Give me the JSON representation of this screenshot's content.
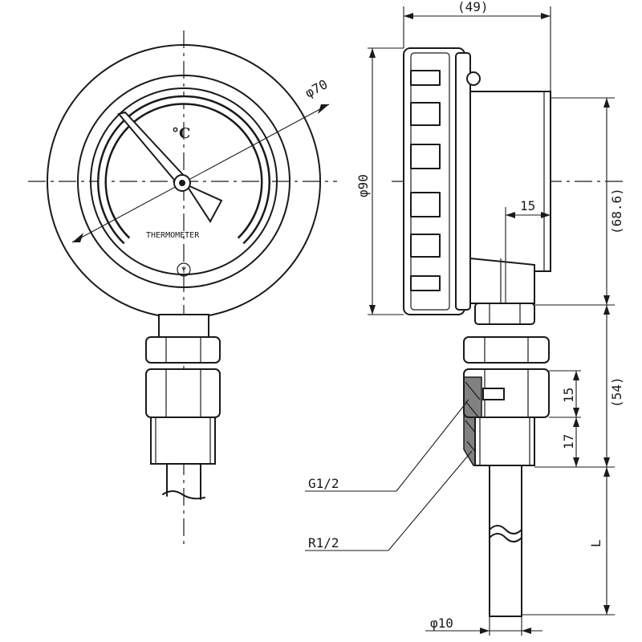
{
  "front_view": {
    "unit_label": "°C",
    "dial_label": "THERMOMETER",
    "brand_mark": "Y",
    "face_diameter_label": "φ70"
  },
  "side_view": {
    "case_diameter_label": "φ90",
    "depth_label": "(49)",
    "center_height_label": "(68.6)",
    "offset_label": "15",
    "fitting_height_label": "(54)",
    "nut_height_label": "15",
    "thread_length_label": "17",
    "stem_length_label": "L",
    "stem_diameter_label": "φ10"
  },
  "callouts": {
    "thread_g": "G1/2",
    "thread_r": "R1/2"
  }
}
